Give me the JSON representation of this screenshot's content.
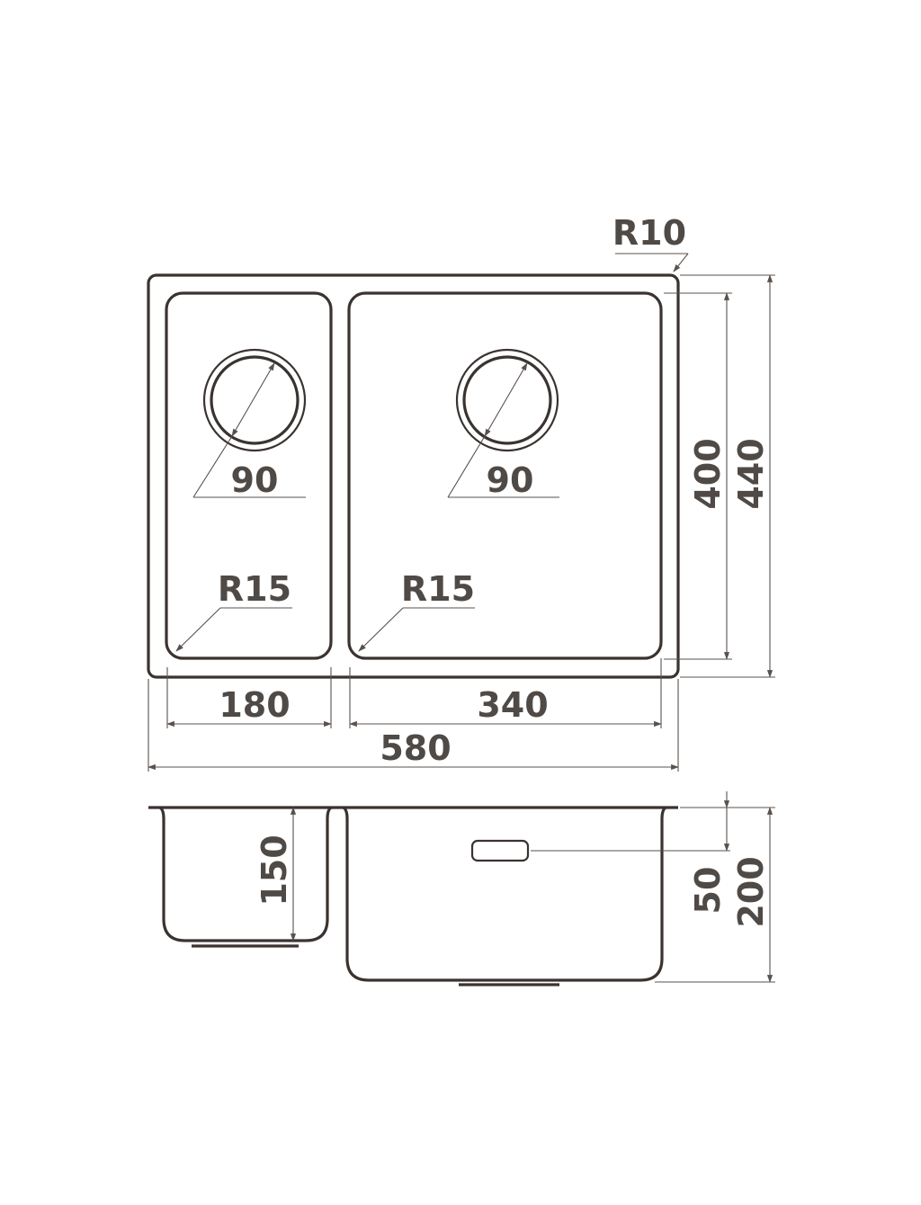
{
  "colors": {
    "outline": "#3a3330",
    "dimension": "#5a514d",
    "label": "#4f4a46",
    "background": "#ffffff"
  },
  "plan_view": {
    "corner_radius_label": "R10",
    "small_bowl": {
      "drain_label": "90",
      "corner_label": "R15",
      "width_label": "180"
    },
    "large_bowl": {
      "drain_label": "90",
      "corner_label": "R15",
      "width_label": "340"
    },
    "total_width_label": "580",
    "bowl_length_label": "400",
    "total_length_label": "440"
  },
  "section_view": {
    "small_bowl_depth_label": "150",
    "overflow_height_label": "50",
    "large_bowl_depth_label": "200"
  }
}
